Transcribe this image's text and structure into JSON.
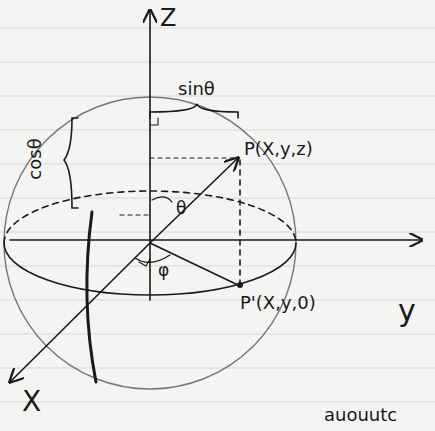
{
  "diagram": {
    "labels": [
      "Z",
      "sinθ",
      "cosθ",
      "P(X,y,z)",
      "θ",
      "φ",
      "P'(X,y,0)",
      "y",
      "X",
      "auouutc"
    ]
  }
}
